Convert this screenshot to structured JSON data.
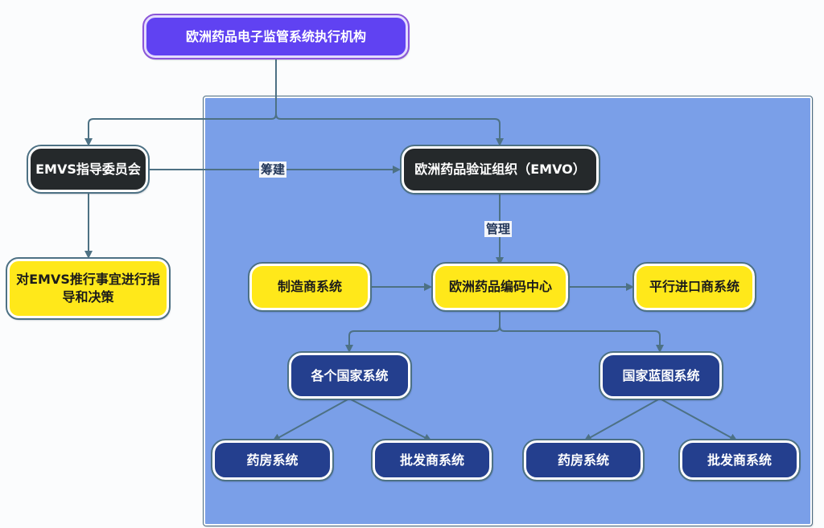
{
  "diagram": {
    "nodes": {
      "executive_body": "欧洲药品电子监管系统执行机构",
      "steering_committee": "EMVS指导委员会",
      "guidance": "对EMVS推行事宜进行指导和决策",
      "emvo": "欧洲药品验证组织（EMVO）",
      "manufacturer_system": "制造商系统",
      "coding_hub": "欧洲药品编码中心",
      "parallel_importer_system": "平行进口商系统",
      "national_systems": "各个国家系统",
      "national_blueprint_system": "国家蓝图系统",
      "pharmacy_system_1": "药房系统",
      "wholesaler_system_1": "批发商系统",
      "pharmacy_system_2": "药房系统",
      "wholesaler_system_2": "批发商系统"
    },
    "edge_labels": {
      "establish": "筹建",
      "manage": "管理"
    },
    "colors": {
      "purple_node": "#6042f2",
      "dark_node": "#25292b",
      "yellow_node": "#ffe81a",
      "navy_node": "#243f8e",
      "container": "#7a9fe8",
      "edge": "#4d7184"
    }
  }
}
